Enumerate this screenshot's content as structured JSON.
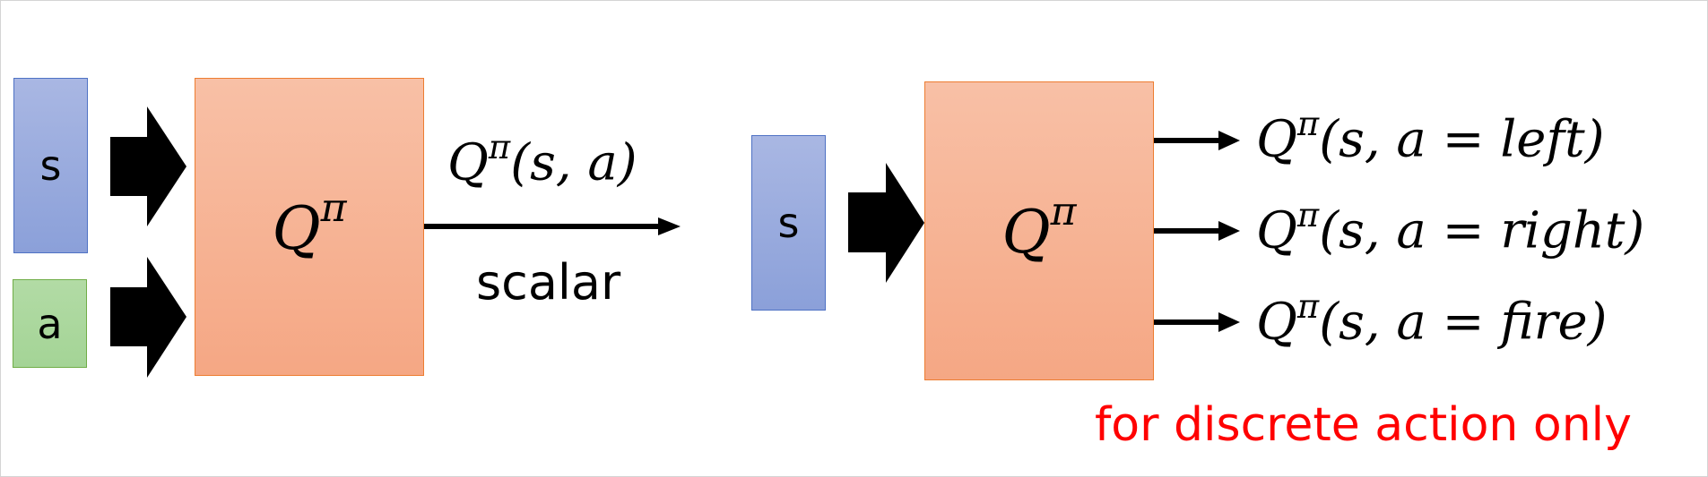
{
  "left_model": {
    "state_label": "s",
    "action_label": "a",
    "network_label": "Q",
    "network_superscript": "π",
    "output_expression": "Q",
    "output_superscript": "π",
    "output_args": "(s, a)",
    "output_caption": "scalar"
  },
  "right_model": {
    "state_label": "s",
    "network_label": "Q",
    "network_superscript": "π",
    "outputs": [
      {
        "q": "Q",
        "sup": "π",
        "args": "(s, a = left)"
      },
      {
        "q": "Q",
        "sup": "π",
        "args": "(s, a = right)"
      },
      {
        "q": "Q",
        "sup": "π",
        "args": "(s, a = fire)"
      }
    ],
    "note": "for discrete action only"
  },
  "colors": {
    "state_fill": "#a9b7e3",
    "state_border": "#4f72c4",
    "action_fill": "#b2dba5",
    "action_border": "#70ad47",
    "network_fill": "#f8c0a6",
    "network_border": "#ed7d31",
    "note": "#ff0000",
    "arrow": "#000000"
  }
}
